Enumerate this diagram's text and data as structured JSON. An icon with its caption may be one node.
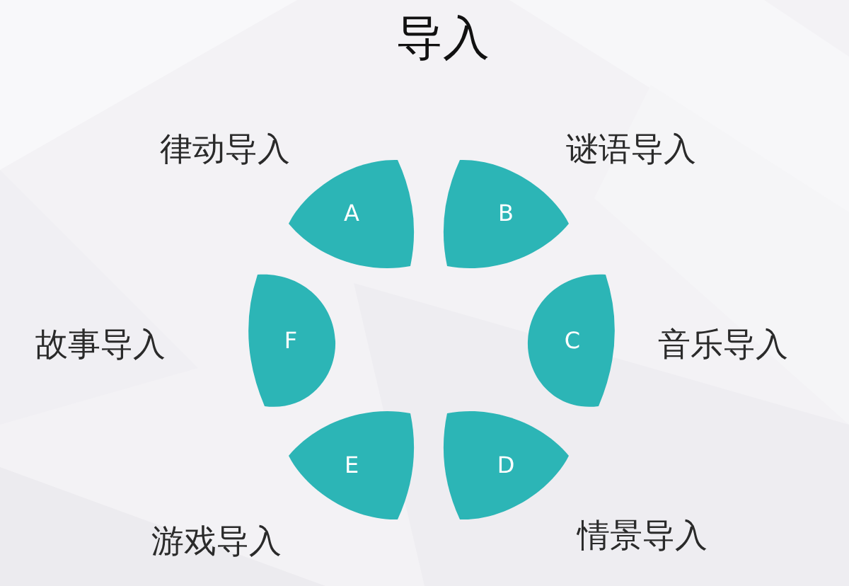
{
  "diagram": {
    "title": "导入",
    "nodes": [
      {
        "text": [
          "A"
        ],
        "beside": [
          "律动导入"
        ]
      },
      {
        "text": [
          "B"
        ],
        "beside": [
          "谜语导入"
        ]
      },
      {
        "text": [
          "C"
        ],
        "beside": [
          "音乐导入"
        ]
      },
      {
        "text": [
          "D"
        ],
        "beside": [
          "情景导入"
        ]
      },
      {
        "text": [
          "E"
        ],
        "beside": [
          "游戏导入"
        ]
      },
      {
        "text": [
          "F"
        ],
        "beside": [
          "故事导入"
        ]
      }
    ]
  }
}
